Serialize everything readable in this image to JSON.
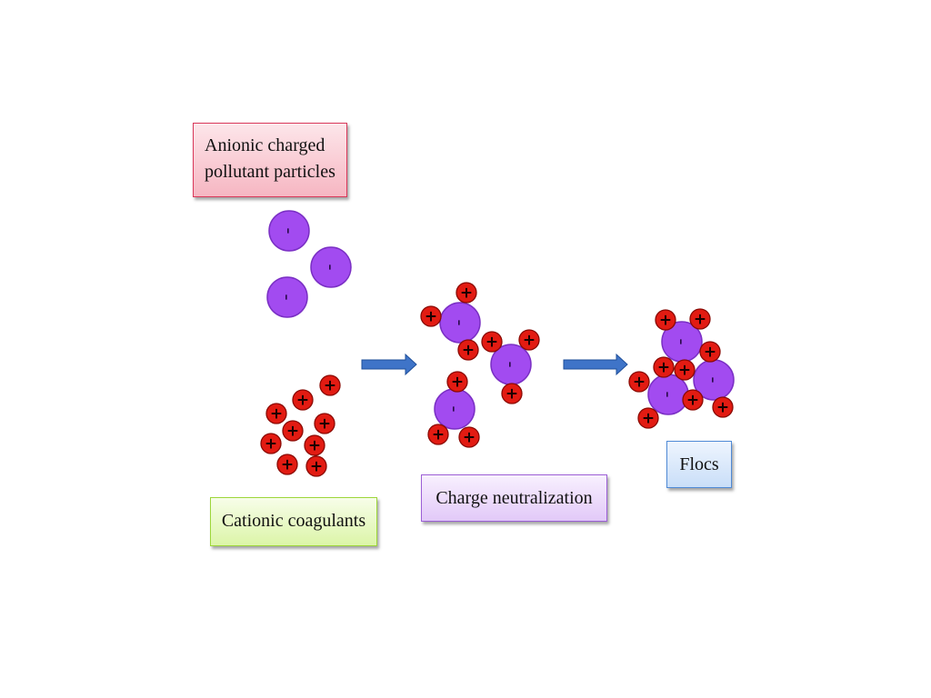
{
  "labels": {
    "anionic_line1": "Anionic charged",
    "anionic_line2": "pollutant particles",
    "cationic": "Cationic coagulants",
    "charge": "Charge neutralization",
    "flocs": "Flocs"
  },
  "symbols": {
    "anion_sign": "-",
    "cation_sign": "+"
  },
  "colors": {
    "anion_fill": "#a24bf0",
    "anion_stroke": "#7a2fc4",
    "cation_fill": "#e21b12",
    "cation_stroke": "#8a0a04",
    "arrow_fill": "#3f74c8",
    "arrow_stroke": "#1f4f9a"
  }
}
